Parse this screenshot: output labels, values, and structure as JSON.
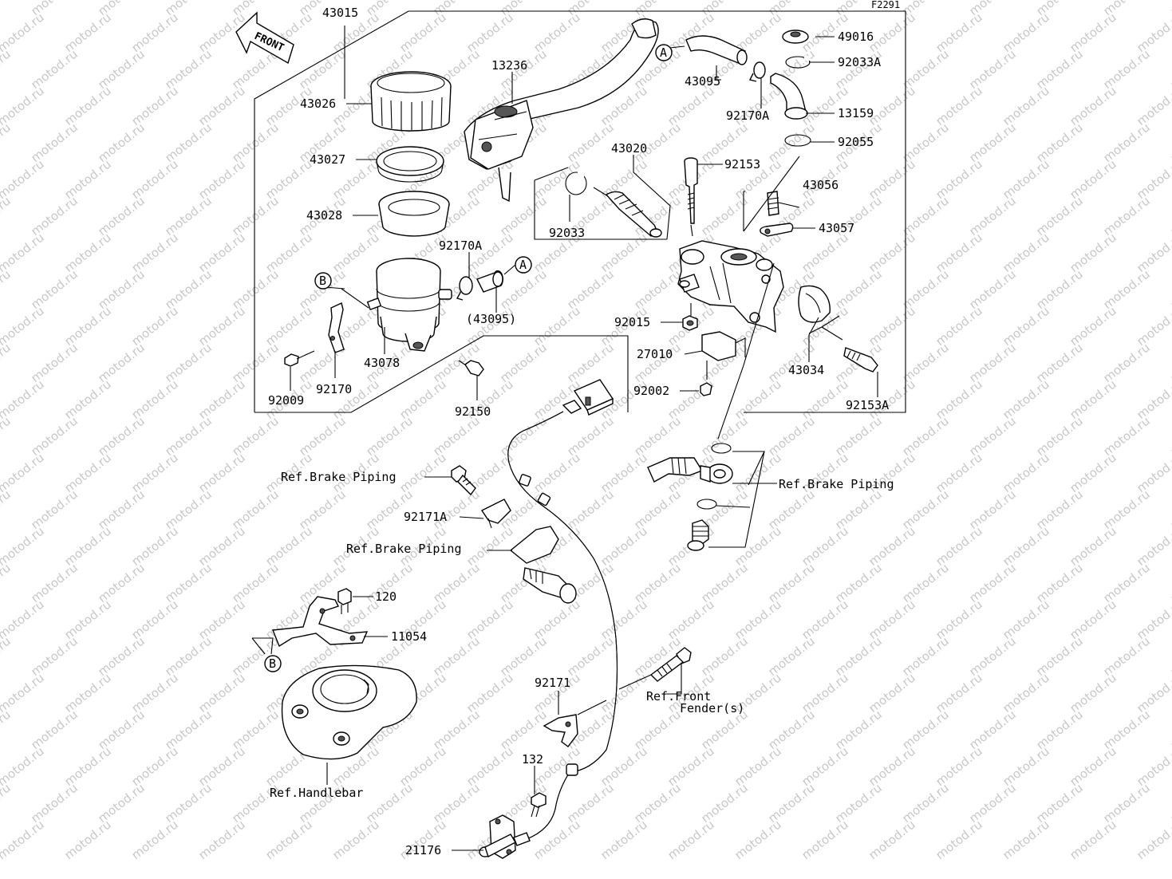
{
  "diagram": {
    "figure_code": "F2291",
    "front_label": "FRONT",
    "watermark": "motod.ru",
    "part_labels": {
      "p43015": "43015",
      "p43026": "43026",
      "p43027": "43027",
      "p43028": "43028",
      "p13236": "13236",
      "p43095": "43095",
      "p49016": "49016",
      "p92033A": "92033A",
      "p92170A_top": "92170A",
      "p13159": "13159",
      "p92055": "92055",
      "p43020": "43020",
      "p92153": "92153",
      "p43056": "43056",
      "p43057": "43057",
      "p92033": "92033",
      "p92170A_mid": "92170A",
      "p43095_ref": "(43095)",
      "p92015": "92015",
      "p27010": "27010",
      "p92002": "92002",
      "p43034": "43034",
      "p92153A": "92153A",
      "p43078": "43078",
      "p92170": "92170",
      "p92009": "92009",
      "p92150": "92150",
      "p92171A": "92171A",
      "p120": "120",
      "p11054": "11054",
      "p92171": "92171",
      "p132": "132",
      "p21176": "21176"
    },
    "ref_labels": {
      "brake_piping_1": "Ref.Brake Piping",
      "brake_piping_2": "Ref.Brake Piping",
      "brake_piping_3": "Ref.Brake Piping",
      "front_fender_1": "Ref.Front",
      "front_fender_2": "Fender(s)",
      "handlebar": "Ref.Handlebar"
    },
    "callouts": {
      "a_top": "A",
      "a_mid": "A",
      "b_mid": "B",
      "b_low": "B"
    }
  }
}
